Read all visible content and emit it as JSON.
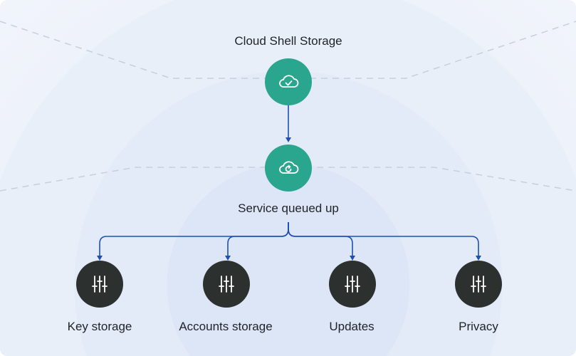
{
  "diagram": {
    "top_node": {
      "label": "Cloud Shell Storage",
      "icon": "cloud-check-icon",
      "color": "#2aa58e"
    },
    "middle_node": {
      "label": "Service queued up",
      "icon": "cloud-refresh-icon",
      "color": "#2aa58e"
    },
    "children": [
      {
        "label": "Key storage",
        "icon": "sliders-icon"
      },
      {
        "label": "Accounts storage",
        "icon": "sliders-icon"
      },
      {
        "label": "Updates",
        "icon": "sliders-icon"
      },
      {
        "label": "Privacy",
        "icon": "sliders-icon"
      }
    ],
    "child_color": "#2c312f",
    "connector_color": "#1f4fb5"
  }
}
